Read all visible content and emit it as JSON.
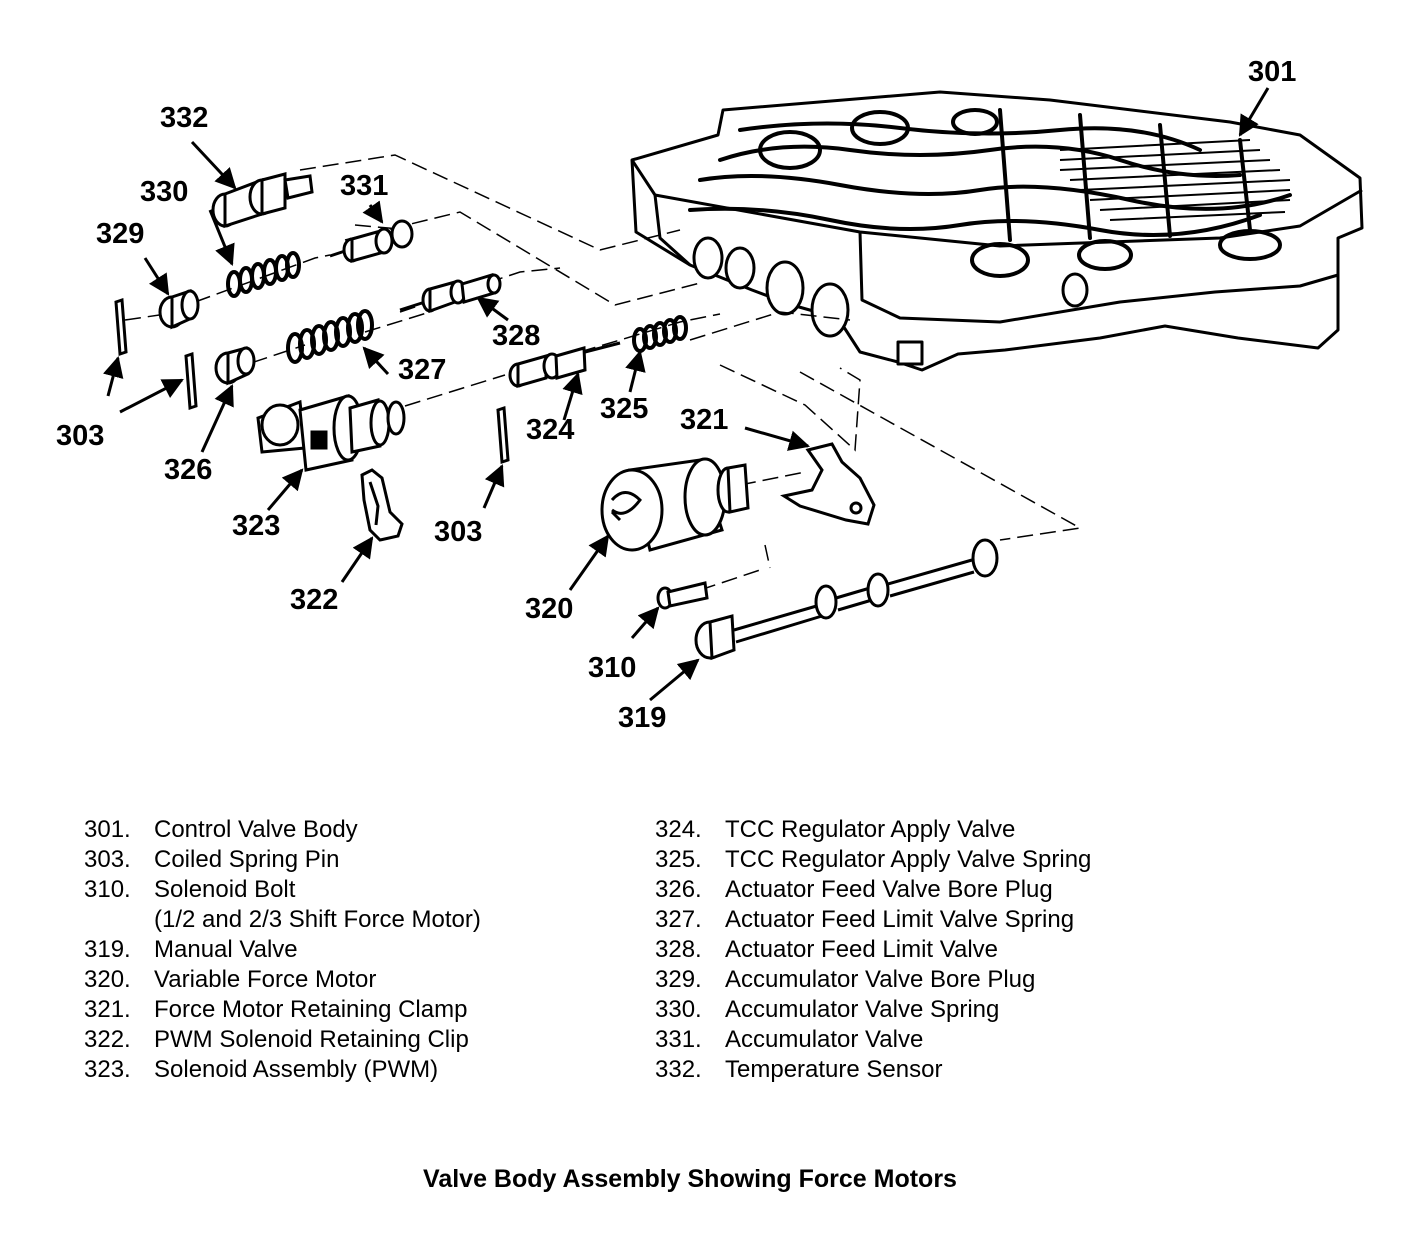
{
  "callouts": {
    "c301": "301",
    "c303a": "303",
    "c303b": "303",
    "c310": "310",
    "c319": "319",
    "c320": "320",
    "c321": "321",
    "c322": "322",
    "c323": "323",
    "c324": "324",
    "c325": "325",
    "c326": "326",
    "c327": "327",
    "c328": "328",
    "c329": "329",
    "c330": "330",
    "c331": "331",
    "c332": "332"
  },
  "legend": {
    "left": [
      {
        "num": "301.",
        "text": "Control Valve Body"
      },
      {
        "num": "303.",
        "text": "Coiled Spring Pin"
      },
      {
        "num": "310.",
        "text": "Solenoid Bolt"
      },
      {
        "num": "",
        "text": "(1/2 and 2/3 Shift Force Motor)"
      },
      {
        "num": "319.",
        "text": "Manual Valve"
      },
      {
        "num": "320.",
        "text": "Variable Force Motor"
      },
      {
        "num": "321.",
        "text": "Force Motor Retaining Clamp"
      },
      {
        "num": "322.",
        "text": "PWM Solenoid Retaining Clip"
      },
      {
        "num": "323.",
        "text": "Solenoid Assembly (PWM)"
      }
    ],
    "right": [
      {
        "num": "324.",
        "text": "TCC Regulator Apply Valve"
      },
      {
        "num": "325.",
        "text": "TCC Regulator Apply Valve Spring"
      },
      {
        "num": "326.",
        "text": "Actuator Feed Valve Bore Plug"
      },
      {
        "num": "327.",
        "text": "Actuator Feed Limit Valve Spring"
      },
      {
        "num": "328.",
        "text": "Actuator Feed Limit Valve"
      },
      {
        "num": "329.",
        "text": "Accumulator Valve Bore Plug"
      },
      {
        "num": "330.",
        "text": "Accumulator Valve Spring"
      },
      {
        "num": "331.",
        "text": "Accumulator Valve"
      },
      {
        "num": "332.",
        "text": "Temperature Sensor"
      }
    ]
  },
  "caption": "Valve Body Assembly Showing Force Motors"
}
